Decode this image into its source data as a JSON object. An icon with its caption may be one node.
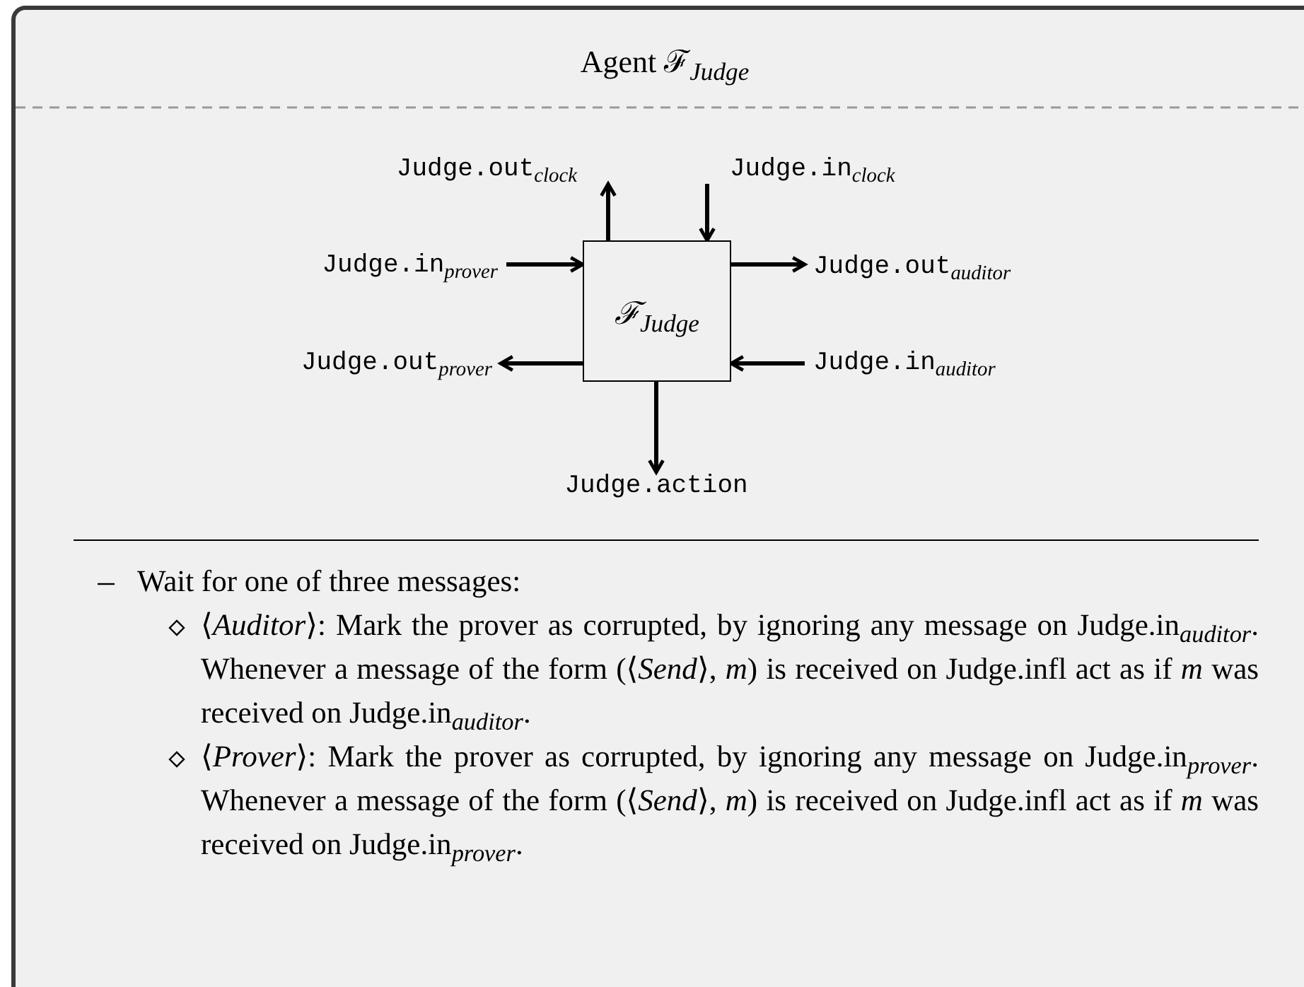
{
  "diagram": {
    "title": "Agent ℱ$_{Judge}$",
    "nodes": [
      {
        "text": [
          "ℱ$_{Judge}$"
        ]
      },
      {
        "text": [
          "Judge.out$_{clock}$"
        ]
      },
      {
        "text": [
          "Judge.in$_{clock}$"
        ]
      },
      {
        "text": [
          "Judge.in$_{prover}$"
        ]
      },
      {
        "text": [
          "Judge.out$_{auditor}$"
        ]
      },
      {
        "text": [
          "Judge.out$_{prover}$"
        ]
      },
      {
        "text": [
          "Judge.in$_{auditor}$"
        ]
      },
      {
        "text": [
          "Judge.action"
        ]
      }
    ],
    "edges": [
      {
        "from": 0,
        "to": 1,
        "arrow": "to"
      },
      {
        "from": 2,
        "to": 0,
        "arrow": "to"
      },
      {
        "from": 3,
        "to": 0,
        "arrow": "to"
      },
      {
        "from": 0,
        "to": 4,
        "arrow": "to"
      },
      {
        "from": 0,
        "to": 5,
        "arrow": "to"
      },
      {
        "from": 6,
        "to": 0,
        "arrow": "to"
      },
      {
        "from": 0,
        "to": 7,
        "arrow": "to"
      }
    ],
    "labels": [
      "Wait for one of three messages:",
      "⟨*Auditor*⟩: Mark the prover as corrupted, by ignoring any message on Judge.in$_{auditor}$. Whenever a message of the form (⟨*Send*⟩, *m*) is received on Judge.infl act as if *m* was received on Judge.in$_{auditor}$.",
      "⟨*Prover*⟩: Mark the prover as corrupted, by ignoring any message on Judge.in$_{prover}$. Whenever a message of the form (⟨*Send*⟩, *m*) is received on Judge.infl act as if *m* was received on Judge.in$_{prover}$."
    ]
  }
}
